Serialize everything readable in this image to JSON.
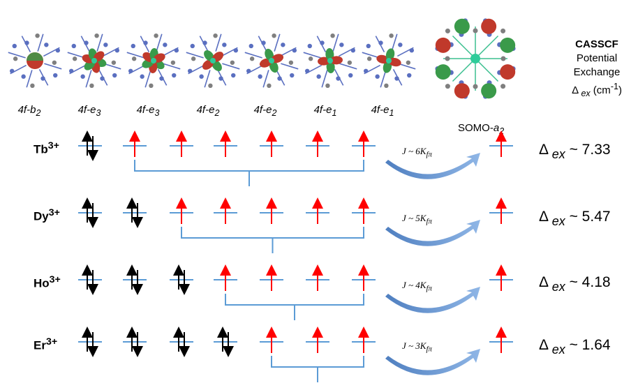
{
  "orbital_labels": [
    "4f-b",
    "4f-e",
    "4f-e",
    "4f-e",
    "4f-e",
    "4f-e",
    "4f-e"
  ],
  "orbital_subscripts": [
    "2",
    "3",
    "3",
    "2",
    "2",
    "1",
    "1"
  ],
  "somo_label": "SOMO-",
  "somo_symbol": "a",
  "somo_sub": "2",
  "method": {
    "title": "CASSCF",
    "line1": "Potential",
    "line2": "Exchange",
    "delta": "Δ",
    "delta_sub": "ex",
    "units": " (cm",
    "units_exp": "-1",
    "units_close": ")"
  },
  "ions": [
    {
      "symbol": "Tb",
      "charge": "3+",
      "paired": 1,
      "j": "J ~ 6K",
      "j_sub": "fπ",
      "delta": "Δ",
      "delta_sub": "ex",
      "approx": "~ 7.33"
    },
    {
      "symbol": "Dy",
      "charge": "3+",
      "paired": 2,
      "j": "J ~ 5K",
      "j_sub": "fπ",
      "delta": "Δ",
      "delta_sub": "ex",
      "approx": "~ 5.47"
    },
    {
      "symbol": "Ho",
      "charge": "3+",
      "paired": 3,
      "j": "J ~ 4K",
      "j_sub": "fπ",
      "delta": "Δ",
      "delta_sub": "ex",
      "approx": "~ 4.18"
    },
    {
      "symbol": "Er",
      "charge": "3+",
      "paired": 4,
      "j": "J ~ 3K",
      "j_sub": "fπ",
      "delta": "Δ",
      "delta_sub": "ex",
      "approx": "~ 1.64"
    }
  ],
  "colors": {
    "level": "#5b9bd5",
    "single": "#ff0000",
    "paired": "#000000",
    "lobe_green": "#3a9a4a",
    "lobe_red": "#c0392b",
    "n_atom": "#5a6fc0",
    "c_atom": "#7f7f7f",
    "center": "#2ecc9a"
  }
}
